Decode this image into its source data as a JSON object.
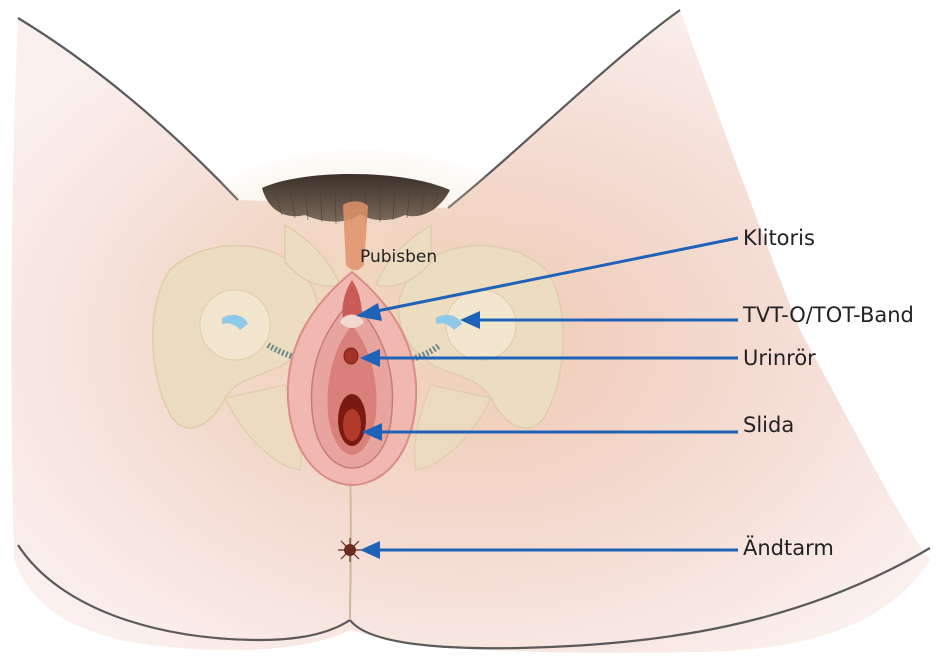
{
  "diagram": {
    "labels": {
      "pubic_bone": "Pubisben",
      "clitoris": "Klitoris",
      "tape": "TVT-O/TOT-Band",
      "urethra": "Urinrör",
      "vagina": "Slida",
      "rectum": "Ändtarm"
    },
    "colors": {
      "arrow": "#1f63b8",
      "skin": "#f6e6e2",
      "bone": "#ecdcc0",
      "mucosa": "#e8a5a0",
      "tape": "#8fc9e8"
    }
  }
}
